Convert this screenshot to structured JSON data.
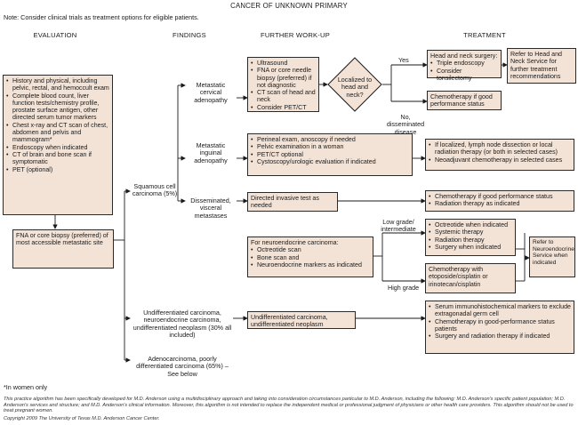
{
  "title": "CANCER OF UNKNOWN PRIMARY",
  "note": "Note: Consider clinical trials as treatment options for eligible patients.",
  "headers": {
    "evaluation": "EVALUATION",
    "findings": "FINDINGS",
    "workup": "FURTHER WORK-UP",
    "treatment": "TREATMENT"
  },
  "evaluation_box": {
    "items": [
      "History and physical, including pelvic, rectal, and hemoccult exam",
      "Complete blood count, liver function tests/chemistry profile, prostate surface antigen, other directed serum tumor markers",
      "Chest x-ray and CT scan of chest, abdomen and pelvis and mammogram*",
      "Endoscopy when indicated",
      "CT of brain and bone scan if symptomatic",
      "PET (optional)"
    ]
  },
  "biopsy_box": {
    "text": "FNA or core biopsy (preferred) of most accessible metastatic site"
  },
  "findings": {
    "squamous": "Squamous cell carcinoma (5%)",
    "cervical": "Metastatic cervical adenopathy",
    "inguinal": "Metastatic inguinal adenopathy",
    "visceral": "Disseminated, visceral metastases",
    "undiff": "Undifferentiated carcinoma, neuroendocrine carcinoma, undifferentiated neoplasm (30% all included)",
    "adeno": "Adenocarcinoma, poorly differentiated carcinoma (65%) – See below"
  },
  "workup": {
    "cervical": [
      "Ultrasound",
      "FNA or core needle biopsy (preferred) if not diagnostic",
      "CT scan of head and neck",
      "Consider PET/CT"
    ],
    "inguinal": [
      "Perineal exam, anoscopy if needed",
      "Pelvic examination in a woman",
      "PET/CT optional",
      "Cystoscopy/urologic evaluation if indicated"
    ],
    "visceral": "Directed invasive test as needed",
    "neuro_title": "For neuroendocrine carcinoma:",
    "neuro": [
      "Octreotide scan",
      "Bone scan and",
      "Neuroendocrine markers as indicated"
    ],
    "undiff": "Undifferentiated carcinoma, undifferentiated neoplasm"
  },
  "decision": {
    "question": "Localized to head and neck?",
    "yes": "Yes",
    "no": "No, disseminated disease"
  },
  "grades": {
    "low": "Low grade/ intermediate",
    "high": "High grade"
  },
  "treatment": {
    "hn_title": "Head and neck surgery:",
    "hn_items": [
      "Triple endoscopy",
      "Consider tonsilectomy"
    ],
    "refer_hn": "Refer to Head and Neck Service for further treatment recommendations",
    "chemo_good": "Chemotherapy if good performance status",
    "inguinal": [
      "If localized, lymph node dissection or local radiation therapy (or both in selected cases)",
      "Neoadjuvant chemotherapy in selected cases"
    ],
    "visceral": [
      "Chemotherapy if good performance status",
      "Radiation therapy as indicated"
    ],
    "low_grade": [
      "Octreotide when indicated",
      "Systemic therapy",
      "Radiation therapy",
      "Surgery when indicated"
    ],
    "high_grade": "Chemotherapy with etoposide/cisplatin or irinotecan/cisplatin",
    "refer_neuro": "Refer to Neuroendocrine Service when indicated",
    "undiff": [
      "Serum immunohistochemical markers to exclude extragonadal germ cell",
      "Chemotherapy in good-performance status patients",
      "Surgery and radiation therapy if indicated"
    ]
  },
  "footnote_women": "*In women only",
  "disclaimer": "This practice algorithm has been specifically developed for M.D. Anderson using a multidisciplinary approach and taking into consideration circumstances particular to M.D. Anderson, including the following: M.D. Anderson's specific patient population; M.D. Anderson's services and structure; and M.D. Anderson's clinical information. Moreover, this algorithm is not intended to replace the independent medical or professional judgment of physicians or other health care providers. This algorithm should not be used to treat pregnant women.",
  "copyright": "Copyright 2009 The University of Texas M.D. Anderson Cancer Center."
}
